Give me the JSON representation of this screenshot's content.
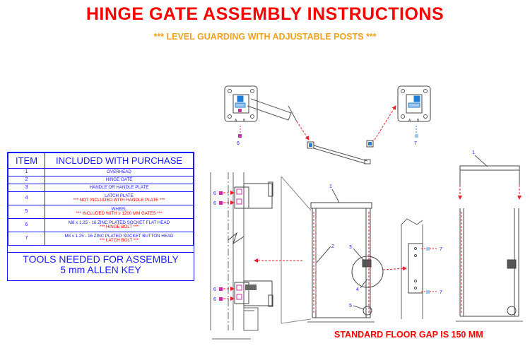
{
  "title": "HINGE GATE ASSEMBLY INSTRUCTIONS",
  "subtitle": "*** LEVEL GUARDING WITH ADJUSTABLE POSTS ***",
  "parts_table": {
    "headers": [
      "ITEM",
      "INCLUDED WITH PURCHASE"
    ],
    "rows": [
      {
        "item": "1",
        "desc": "OVERHEAD",
        "note": ""
      },
      {
        "item": "2",
        "desc": "HINGE GATE",
        "note": ""
      },
      {
        "item": "3",
        "desc": "HANDLE OR HANDLE PLATE",
        "note": ""
      },
      {
        "item": "4",
        "desc": "LATCH PLATE",
        "note": "*** NOT INCLUDED WITH HANDLE PLATE ***"
      },
      {
        "item": "5",
        "desc": "WHEEL",
        "note": "*** INCLUDED WITH ≥ 1200 MM GATES ***"
      },
      {
        "item": "6",
        "desc": "M8 x 1.25 - 16 ZINC PLATED SOCKET FLAT HEAD",
        "note": "*** HINGE BOLT ***"
      },
      {
        "item": "7",
        "desc": "M8 x 1.25 - 16 ZINC PLATED SOCKET BUTTON HEAD",
        "note": "*** LATCH BOLT ***"
      }
    ],
    "tools_title": "TOOLS NEEDED FOR ASSEMBLY",
    "tools_item": "5 mm ALLEN KEY"
  },
  "callouts": {
    "c1": "1",
    "c2": "2",
    "c3": "3",
    "c4": "4",
    "c5": "5",
    "c6": "6",
    "c7": "7"
  },
  "plate_label": "A",
  "plate_label2": "B",
  "footer_note": "STANDARD FLOOR GAP IS 150 MM",
  "colors": {
    "title": "#ff0000",
    "subtitle": "#f2a11c",
    "table": "#1a1aff",
    "arrow": "#e8202a",
    "hinge_blue": "#1f7fd6",
    "bolt_magenta": "#cc2eaa"
  }
}
